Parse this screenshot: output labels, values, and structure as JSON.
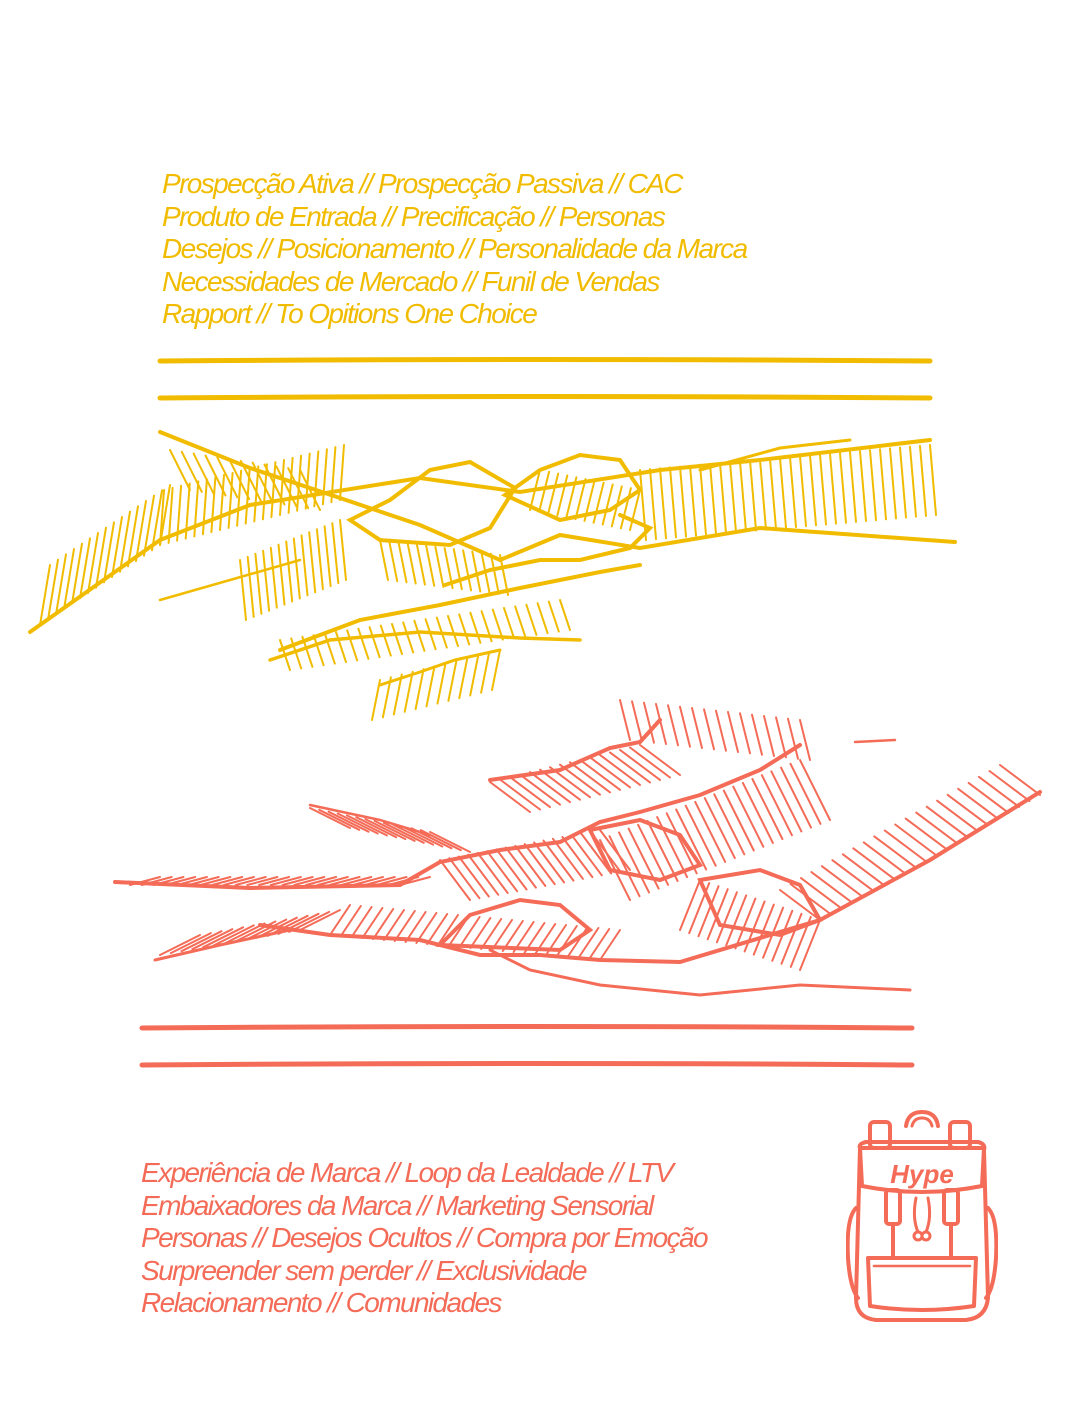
{
  "top_text": {
    "lines": [
      "Prospecção Ativa // Prospecção Passiva // CAC",
      "Produto de Entrada // Precificação // Personas",
      "Desejos // Posicionamento // Personalidade da Marca",
      "Necessidades de Mercado // Funil de Vendas",
      "Rapport // To Opitions One Choice"
    ]
  },
  "bottom_text": {
    "lines": [
      "Experiência de Marca // Loop da Lealdade // LTV",
      "Embaixadores da Marca // Marketing Sensorial",
      "Personas // Desejos Ocultos // Compra por Emoção",
      "Surpreender sem perder // Exclusividade",
      "Relacionamento // Comunidades"
    ]
  },
  "backpack": {
    "label": "Hype"
  },
  "colors": {
    "yellow": "#f1bc00",
    "coral": "#f46b57",
    "background": "#ffffff"
  },
  "icons": {
    "top_illustration": "hatched-mountains-illustration",
    "bottom_illustration": "hatched-mountains-illustration",
    "badge": "backpack-icon"
  }
}
